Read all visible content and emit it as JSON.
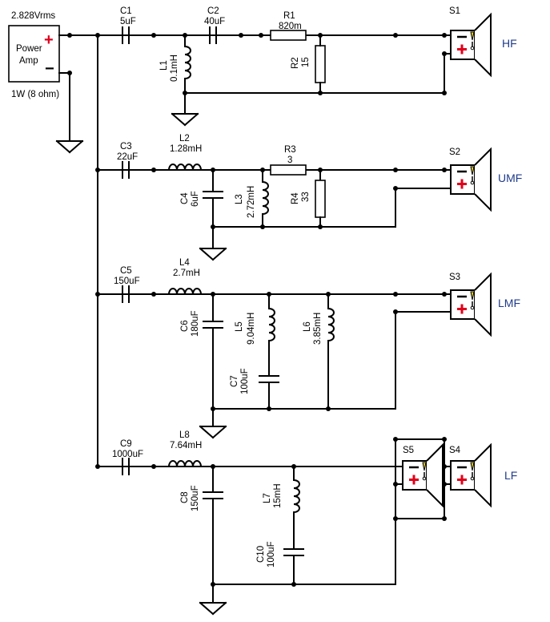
{
  "amp": {
    "voltage": "2.828Vrms",
    "label_line1": "Power",
    "label_line2": "Amp",
    "power": "1W (8 ohm)",
    "plus": "+",
    "minus": "−"
  },
  "components": {
    "C1": {
      "ref": "C1",
      "value": "5uF"
    },
    "C2": {
      "ref": "C2",
      "value": "40uF"
    },
    "R1": {
      "ref": "R1",
      "value": "820m"
    },
    "R2": {
      "ref": "R2",
      "value": "15"
    },
    "L1": {
      "ref": "L1",
      "value": "0.1mH"
    },
    "C3": {
      "ref": "C3",
      "value": "22uF"
    },
    "L2": {
      "ref": "L2",
      "value": "1.28mH"
    },
    "R3": {
      "ref": "R3",
      "value": "3"
    },
    "C4": {
      "ref": "C4",
      "value": "6uF"
    },
    "L3": {
      "ref": "L3",
      "value": "2.72mH"
    },
    "R4": {
      "ref": "R4",
      "value": "33"
    },
    "C5": {
      "ref": "C5",
      "value": "150uF"
    },
    "L4": {
      "ref": "L4",
      "value": "2.7mH"
    },
    "C6": {
      "ref": "C6",
      "value": "180uF"
    },
    "L5": {
      "ref": "L5",
      "value": "9.04mH"
    },
    "L6": {
      "ref": "L6",
      "value": "3.85mH"
    },
    "C7": {
      "ref": "C7",
      "value": "100uF"
    },
    "C9": {
      "ref": "C9",
      "value": "1000uF"
    },
    "L8": {
      "ref": "L8",
      "value": "7.64mH"
    },
    "C8": {
      "ref": "C8",
      "value": "150uF"
    },
    "L7": {
      "ref": "L7",
      "value": "15mH"
    },
    "C10": {
      "ref": "C10",
      "value": "100uF"
    }
  },
  "speakers": {
    "S1": {
      "ref": "S1",
      "band": "HF"
    },
    "S2": {
      "ref": "S2",
      "band": "UMF"
    },
    "S3": {
      "ref": "S3",
      "band": "LMF"
    },
    "S4": {
      "ref": "S4",
      "band": "LF"
    },
    "S5": {
      "ref": "S5"
    }
  },
  "colors": {
    "wire": "#000000",
    "plus": "#e0001b",
    "band_label": "#1f3b8c"
  }
}
